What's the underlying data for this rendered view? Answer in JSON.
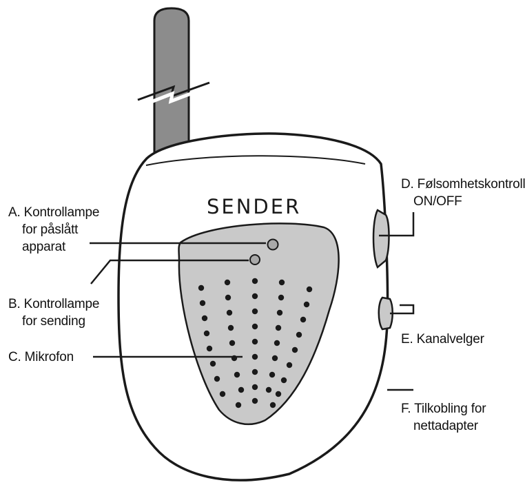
{
  "device": {
    "brand_text": "SENDER"
  },
  "labels": {
    "a_line1": "A. Kontrollampe",
    "a_line2": "for påslått",
    "a_line3": "apparat",
    "b_line1": "B. Kontrollampe",
    "b_line2": "for sending",
    "c_line1": "C. Mikrofon",
    "d_line1": "D. Følsomhetskontroll,",
    "d_line2": "ON/OFF",
    "e_line1": "E. Kanalvelger",
    "f_line1": "F. Tilkobling for",
    "f_line2": "nettadapter"
  },
  "colors": {
    "outline": "#1a1a1a",
    "antenna_fill": "#8c8c8c",
    "panel_fill": "#c9c9c9",
    "body_fill": "#ffffff"
  }
}
